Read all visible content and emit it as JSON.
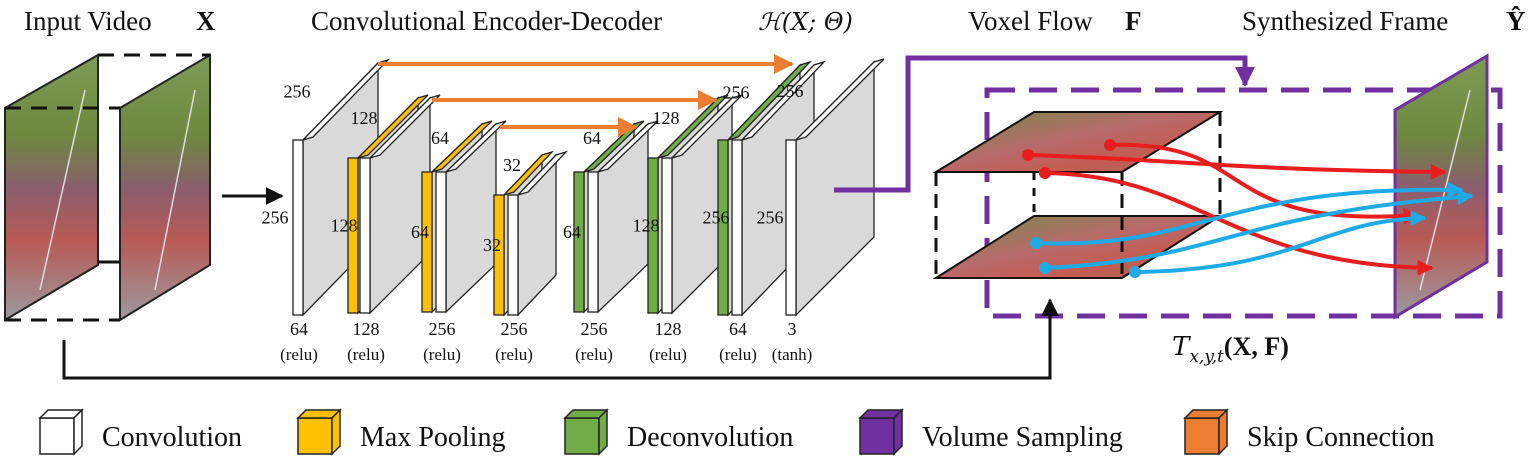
{
  "titles": {
    "input": "Input Video",
    "input_sym": "X",
    "encoder": "Convolutional Encoder-Decoder",
    "encoder_sym": "ℋ(X; Θ)",
    "flow": "Voxel Flow",
    "flow_sym": "F",
    "output": "Synthesized Frame",
    "output_sym": "Ŷ"
  },
  "sampling_label": "T",
  "sampling_sub": "x,y,t",
  "sampling_args": "(X, F)",
  "layers": {
    "top_labels": [
      "256",
      "128",
      "64",
      "32",
      "64",
      "128",
      "256",
      "256"
    ],
    "side_labels": [
      "256",
      "128",
      "64",
      "32",
      "64",
      "128",
      "256",
      "256"
    ],
    "bottom_channels": [
      "64",
      "128",
      "256",
      "256",
      "256",
      "128",
      "64",
      "3"
    ],
    "bottom_acts": [
      "(relu)",
      "(relu)",
      "(relu)",
      "(relu)",
      "(relu)",
      "(relu)",
      "(relu)",
      "(tanh)"
    ]
  },
  "legend": [
    {
      "label": "Convolution",
      "color": "#ffffff"
    },
    {
      "label": "Max Pooling",
      "color": "#ffc000"
    },
    {
      "label": "Deconvolution",
      "color": "#70ad47"
    },
    {
      "label": "Volume Sampling",
      "color": "#7030a0"
    },
    {
      "label": "Skip Connection",
      "color": "#ed7d31"
    }
  ],
  "colors": {
    "conv": "#ffffff",
    "slab": "#d9d9d9",
    "pool": "#ffc000",
    "deconv": "#70ad47",
    "sampling": "#7030a0",
    "skip": "#ed7d31",
    "red": "#e81e1e",
    "blue": "#1eaae6"
  }
}
